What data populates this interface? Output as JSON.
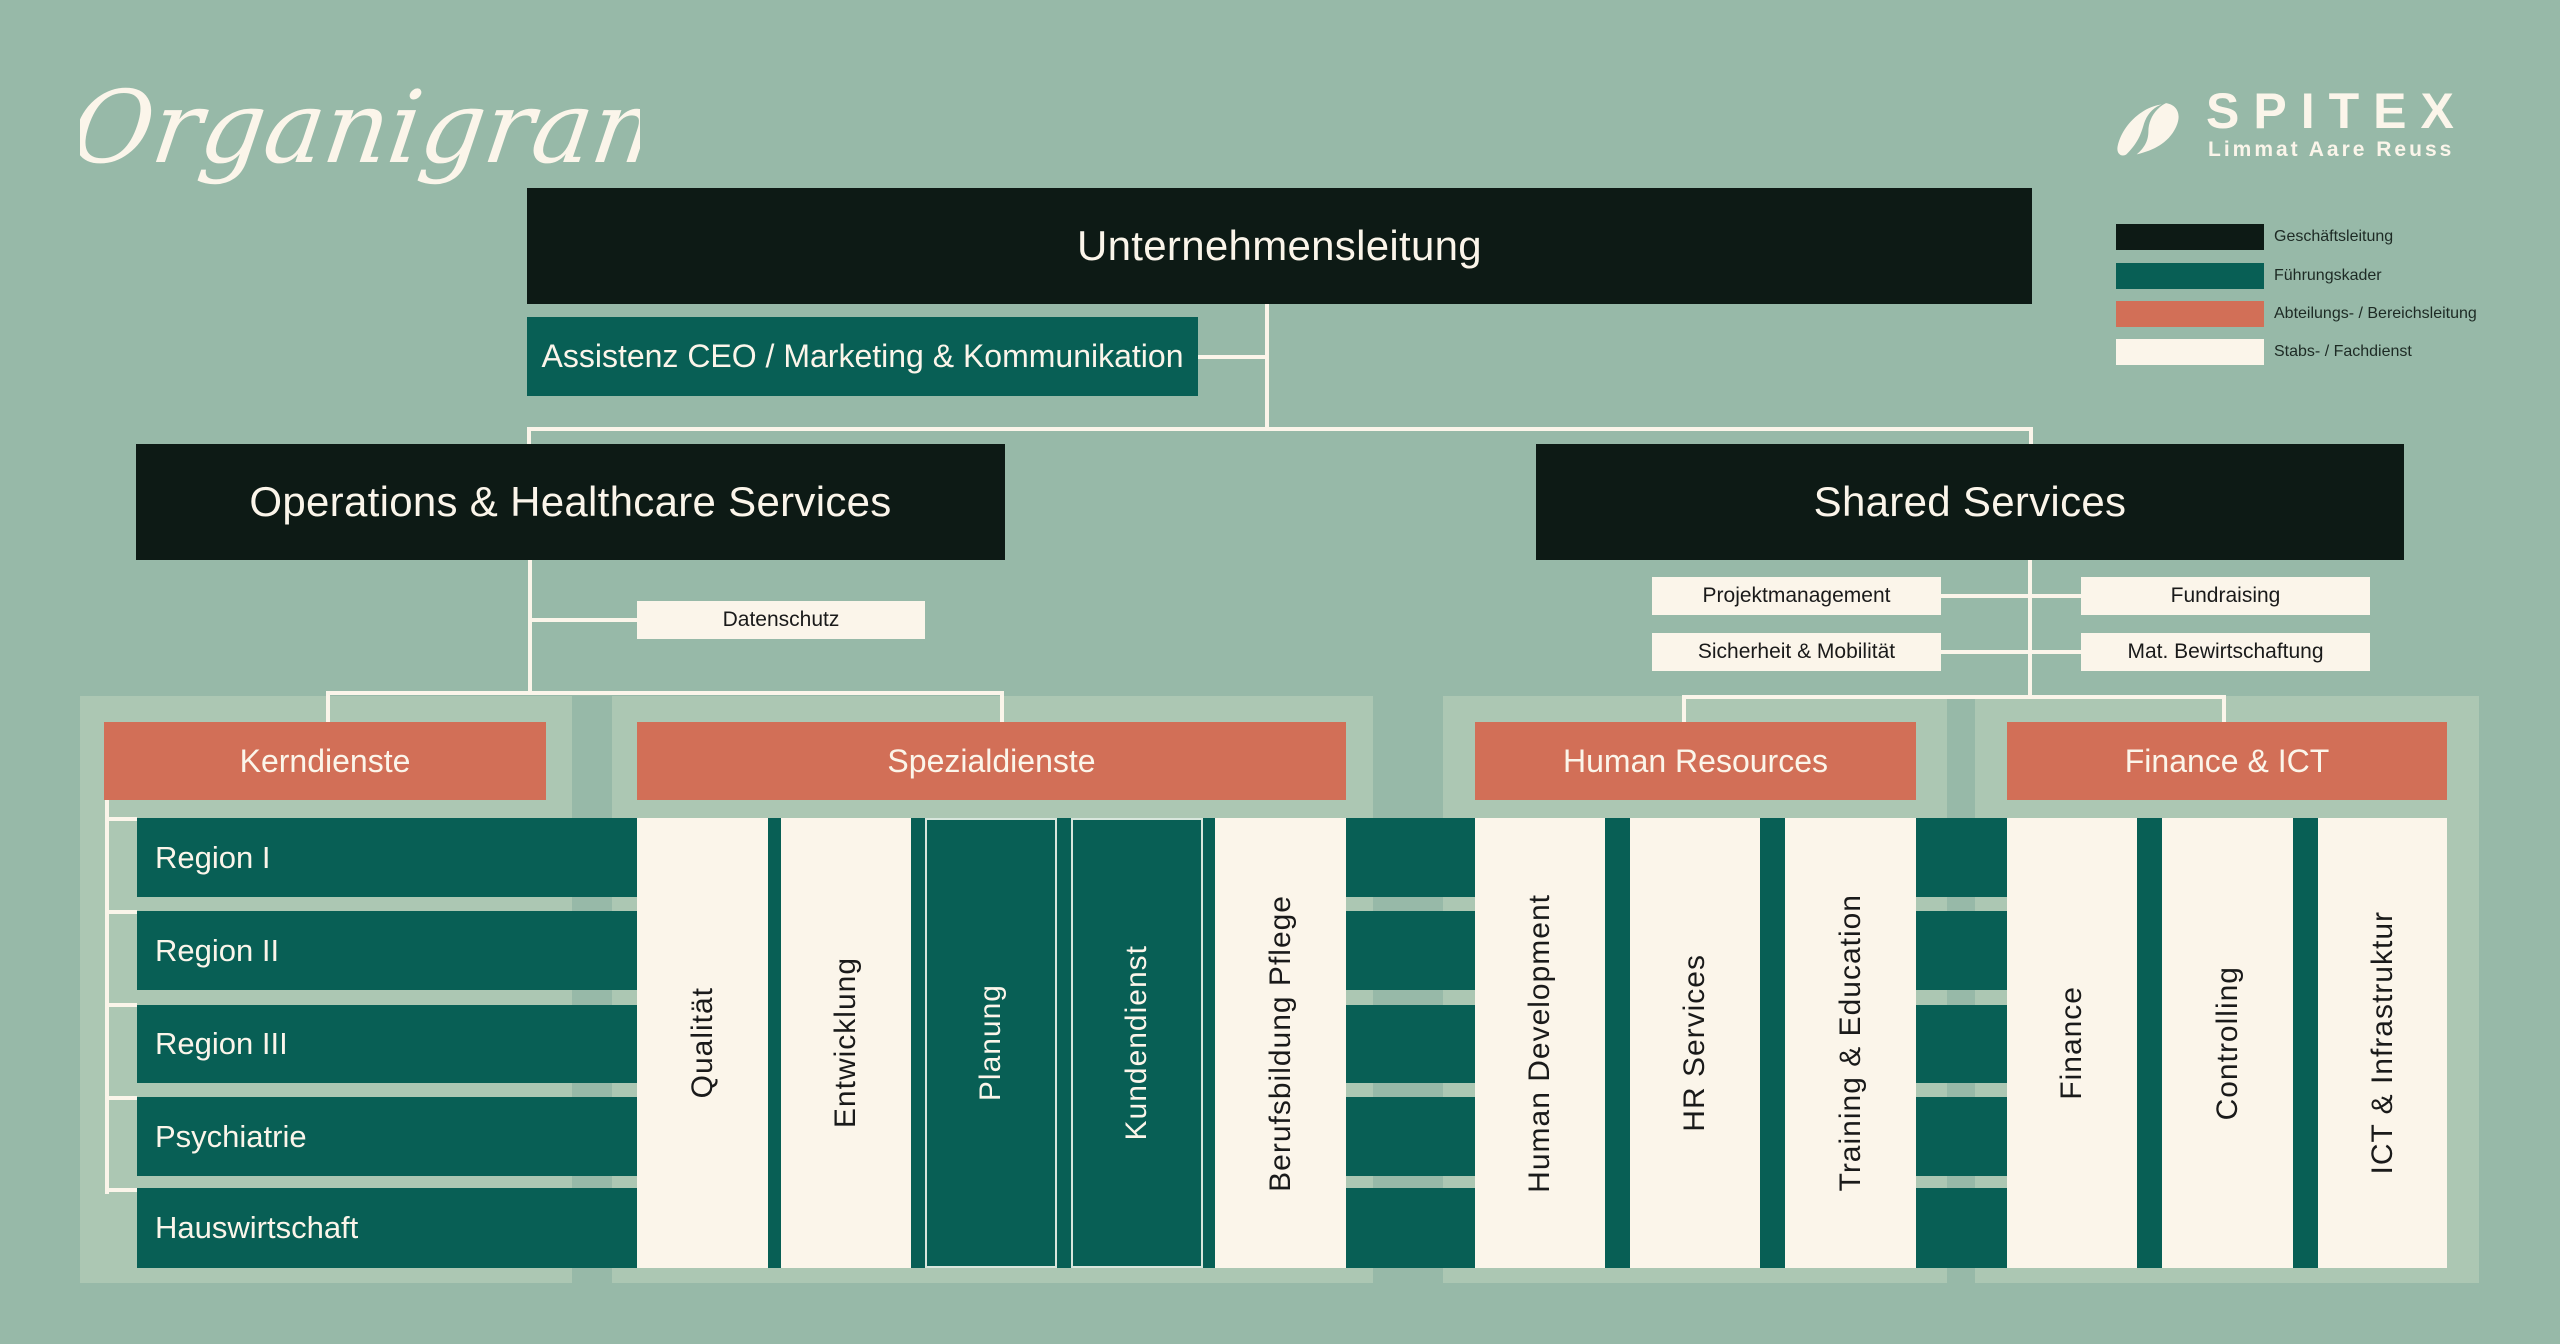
{
  "title": "Organigramm",
  "logo": {
    "icon": "spitex-bean-logo",
    "name": "SPITEX",
    "subtitle": "Limmat Aare Reuss"
  },
  "legend": [
    {
      "label": "Geschäftsleitung",
      "color": "#0d1a15"
    },
    {
      "label": "Führungskader",
      "color": "#085f55"
    },
    {
      "label": "Abteilungs- / Bereichsleitung",
      "color": "#d26f57"
    },
    {
      "label": "Stabs- / Fachdienst",
      "color": "#fbf5ea"
    }
  ],
  "top": {
    "leadership": "Unternehmensleitung",
    "assistant": "Assistenz CEO / Marketing & Kommunikation"
  },
  "divisions": {
    "operations": {
      "label": "Operations & Healthcare Services",
      "staff": [
        "Datenschutz"
      ],
      "departments": {
        "kerndienste": {
          "label": "Kerndienste",
          "rows": [
            "Region I",
            "Region II",
            "Region III",
            "Psychiatrie",
            "Hauswirtschaft"
          ]
        },
        "spezialdienste": {
          "label": "Spezialdienste",
          "columns": [
            "Qualität",
            "Entwicklung",
            "Planung",
            "Kundendienst",
            "Berufsbildung Pflege"
          ]
        }
      }
    },
    "shared": {
      "label": "Shared Services",
      "staff_left": [
        "Projektmanagement",
        "Sicherheit & Mobilität"
      ],
      "staff_right": [
        "Fundraising",
        "Mat. Bewirtschaftung"
      ],
      "departments": {
        "hr": {
          "label": "Human Resources",
          "columns": [
            "Human Development",
            "HR Services",
            "Training & Education"
          ]
        },
        "finance": {
          "label": "Finance & ICT",
          "columns": [
            "Finance",
            "Controlling",
            "ICT & Infrastruktur"
          ]
        }
      }
    }
  },
  "colors": {
    "background": "#97b9a8",
    "panel": "#acc7b3",
    "leadership": "#0d1a15",
    "cadre": "#085f55",
    "department": "#d26f57",
    "staff": "#fbf5ea"
  }
}
